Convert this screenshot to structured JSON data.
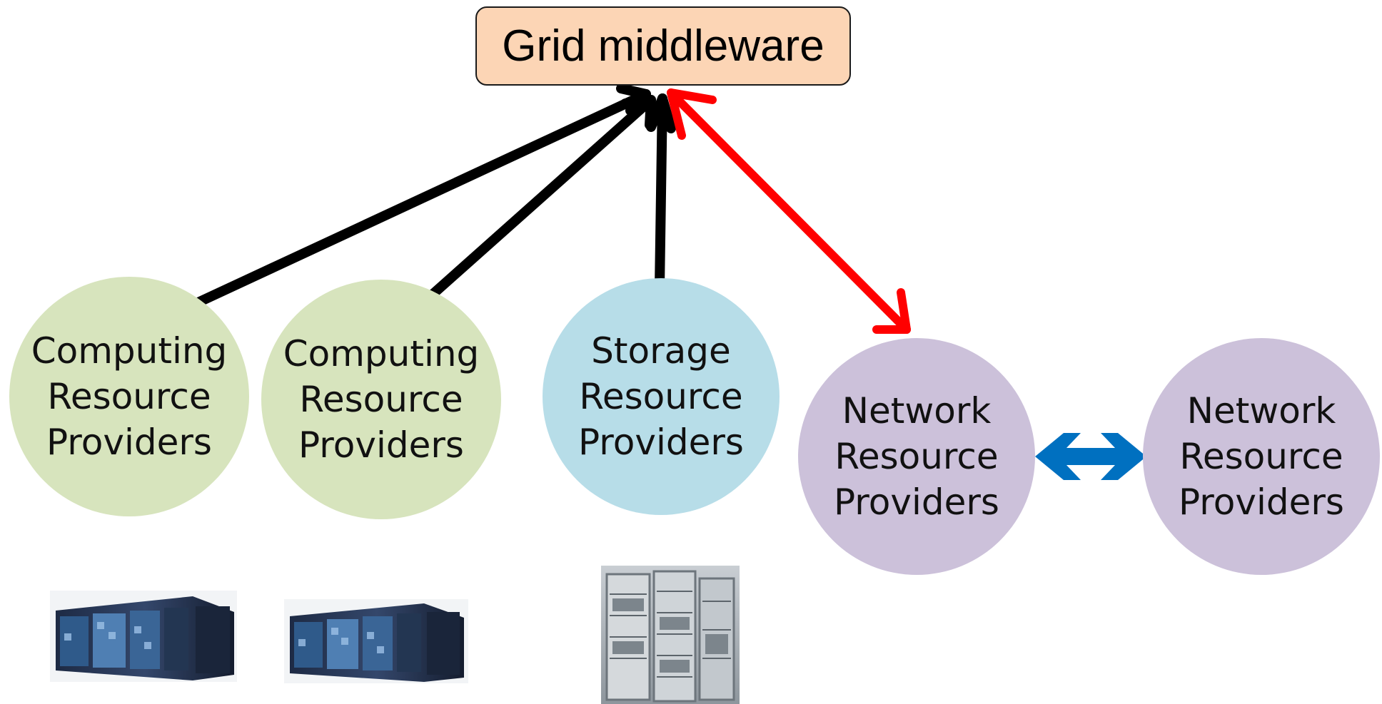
{
  "middleware": {
    "label": "Grid middleware",
    "fill": "#fcd5b5"
  },
  "nodes": [
    {
      "id": "computing-1",
      "lines": [
        "Computing",
        "Resource",
        "Providers"
      ],
      "fill": "#d7e4bd"
    },
    {
      "id": "computing-2",
      "lines": [
        "Computing",
        "Resource",
        "Providers"
      ],
      "fill": "#d7e4bd"
    },
    {
      "id": "storage",
      "lines": [
        "Storage",
        "Resource",
        "Providers"
      ],
      "fill": "#b7dde8"
    },
    {
      "id": "network-1",
      "lines": [
        "Network",
        "Resource",
        "Providers"
      ],
      "fill": "#ccc1da"
    },
    {
      "id": "network-2",
      "lines": [
        "Network",
        "Resource",
        "Providers"
      ],
      "fill": "#ccc1da"
    }
  ],
  "arrows": {
    "control_color": "#000000",
    "highlight_color": "#ff0000",
    "peer_color": "#0070c0"
  },
  "pictures": [
    "supercomputer-picture",
    "supercomputer-picture",
    "storage-rack-picture"
  ]
}
